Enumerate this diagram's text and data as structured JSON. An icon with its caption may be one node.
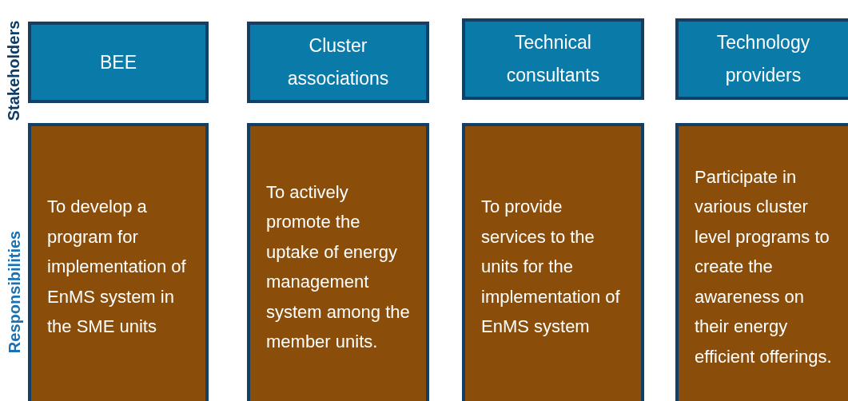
{
  "diagram": {
    "nodes": [
      {
        "text": [
          "BEE"
        ]
      },
      {
        "text": [
          "Cluster associations"
        ]
      },
      {
        "text": [
          "Technical consultants"
        ]
      },
      {
        "text": [
          "Technology providers"
        ]
      },
      {
        "text": [
          "To develop a program for implementation of EnMS system in the SME units"
        ]
      },
      {
        "text": [
          "To actively promote the uptake of energy management system among the member units."
        ]
      },
      {
        "text": [
          "To provide services to the units for the implementation of EnMS system"
        ]
      },
      {
        "text": [
          "Participate in various cluster level programs to create the awareness on their energy efficient offerings."
        ]
      }
    ],
    "edges": [],
    "labels": [
      "Stakeholders",
      "Responsibilities"
    ]
  }
}
